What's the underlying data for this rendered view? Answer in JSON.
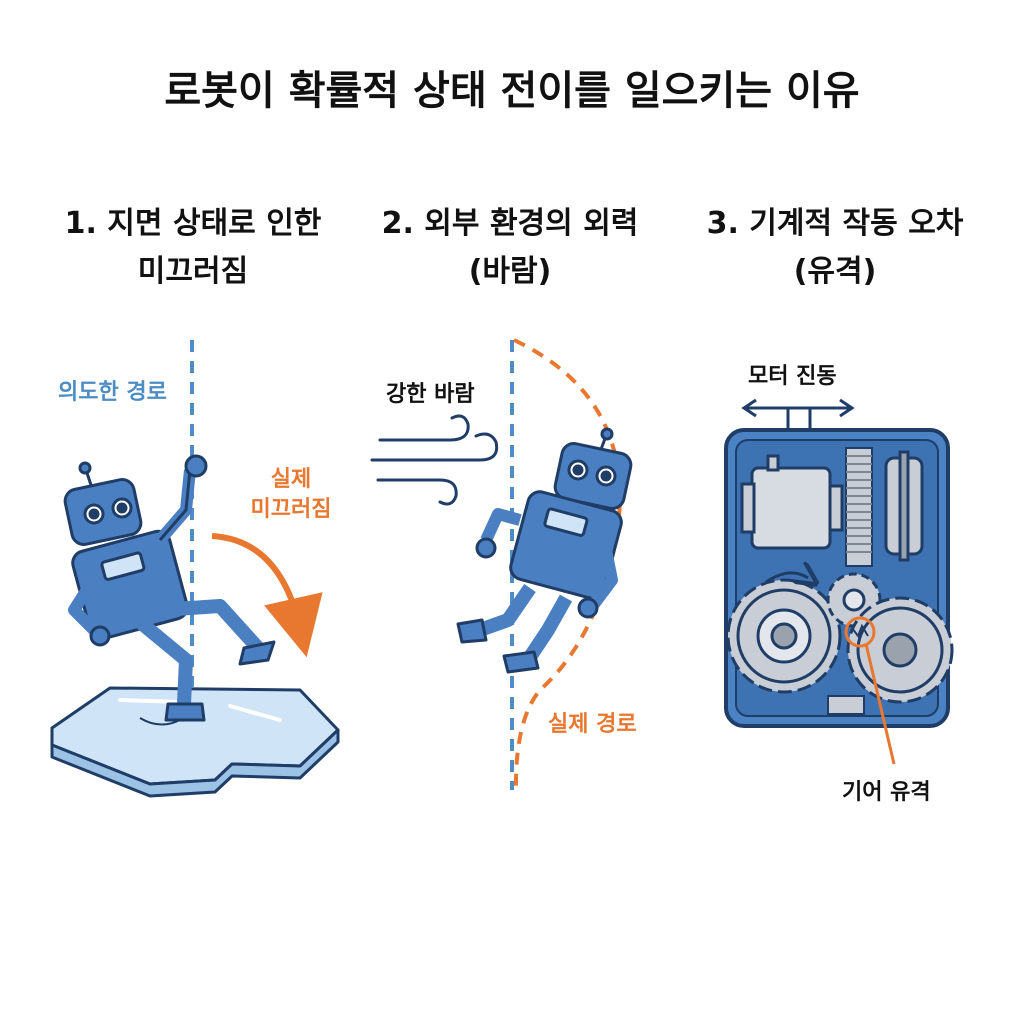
{
  "title": "로봇이 확률적 상태 전이를 일으키는 이유",
  "panels": [
    {
      "heading_line1": "1. 지면 상태로 인한",
      "heading_line2": "미끄러짐",
      "label_intended": "의도한 경로",
      "label_actual_line1": "실제",
      "label_actual_line2": "미끄러짐"
    },
    {
      "heading_line1": "2. 외부 환경의 외력",
      "heading_line2": "(바람)",
      "label_wind": "강한 바람",
      "label_actual_path": "실제 경로"
    },
    {
      "heading_line1": "3. 기계적 작동 오차",
      "heading_line2": "(유격)",
      "label_motor": "모터 진동",
      "label_gear": "기어 유격"
    }
  ],
  "colors": {
    "robot_blue": "#4a7fc1",
    "robot_dark": "#1f3d66",
    "path_blue": "#4d8dc4",
    "accent_orange": "#e8782f",
    "ice": "#cfe4f7",
    "gearbox_bg": "#4a82c4",
    "gear_gray": "#c9ced6"
  },
  "icons": [
    "robot-slipping",
    "ice-slab",
    "robot-wind",
    "wind-gust",
    "gearbox",
    "motor",
    "gear"
  ]
}
